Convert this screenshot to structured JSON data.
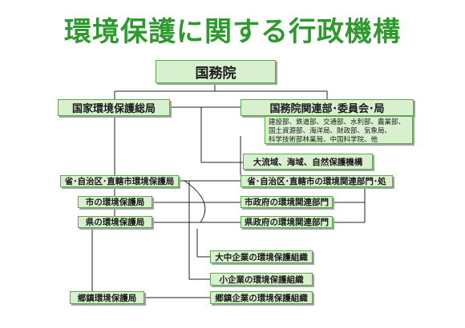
{
  "title": "環境保護に関する行政機構",
  "nodes": {
    "state_council": "国務院",
    "sepa": "国家環境保護総局",
    "related_ministries": "国務院関連部･委員会･局",
    "ministry_list": [
      "建設部、鉄道部、交通部、水利部、農業部、",
      "国土資源部、海洋局、財政部、気象局、",
      "科学技術部林業局、中国科学院、他"
    ],
    "river_basin": "大流域、海域、自然保護機構",
    "prov_epb": "省･自治区･直轄市環境保護局",
    "prov_related": "省･自治区･直轄市の環境関連部門･処",
    "city_epb": "市の環境保護局",
    "city_related": "市政府の環境関連部門",
    "county_epb": "県の環境保護局",
    "county_related": "県政府の環境関連部門",
    "large_mid_ent": "大中企業の環境保護組織",
    "small_ent": "小企業の環境保護組織",
    "township_epb": "郷鎮環境保護局",
    "township_ent": "郷鎮企業の環境保護組織"
  }
}
